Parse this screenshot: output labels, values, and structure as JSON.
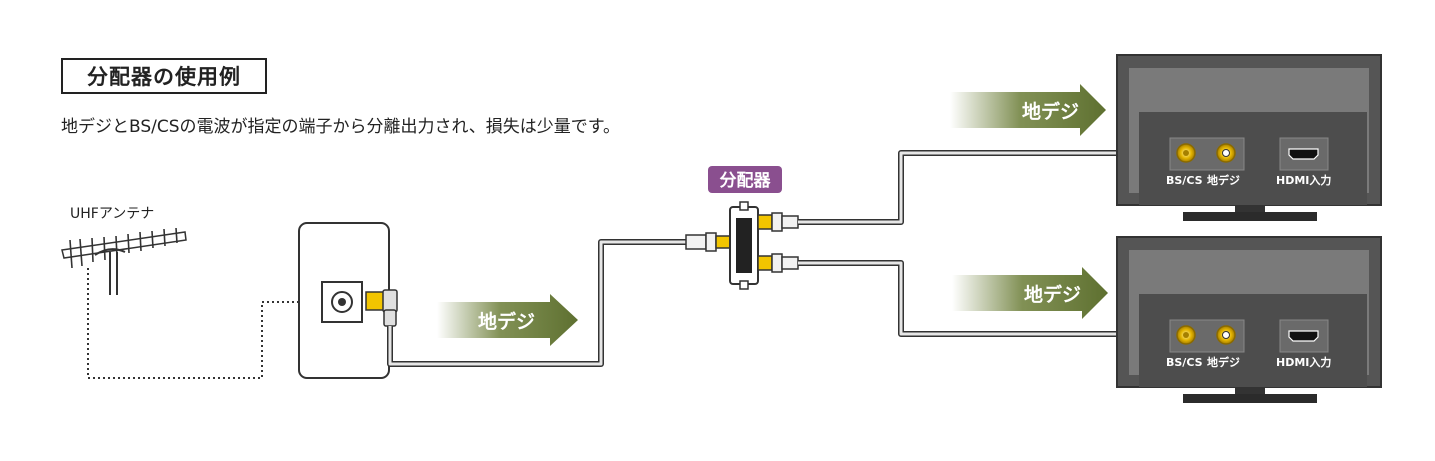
{
  "title": "分配器の使用例",
  "description": "地デジとBS/CSの電波が指定の端子から分離出力され、損失は少量です。",
  "antenna_label": "UHFアンテナ",
  "splitter_label": "分配器",
  "signal_label": "地デジ",
  "tv1": {
    "port_bscs": "BS/CS",
    "port_terrestrial": "地デジ",
    "port_hdmi": "HDMI入力"
  },
  "tv2": {
    "port_bscs": "BS/CS",
    "port_terrestrial": "地デジ",
    "port_hdmi": "HDMI入力"
  },
  "colors": {
    "arrow_green": "#6b7d37",
    "splitter_purple": "#8a4f8f",
    "connector_yellow": "#f2c500",
    "tv_body": "#555555",
    "tv_screen": "#7a7a7a",
    "cable_gray": "#e6e6e6"
  }
}
